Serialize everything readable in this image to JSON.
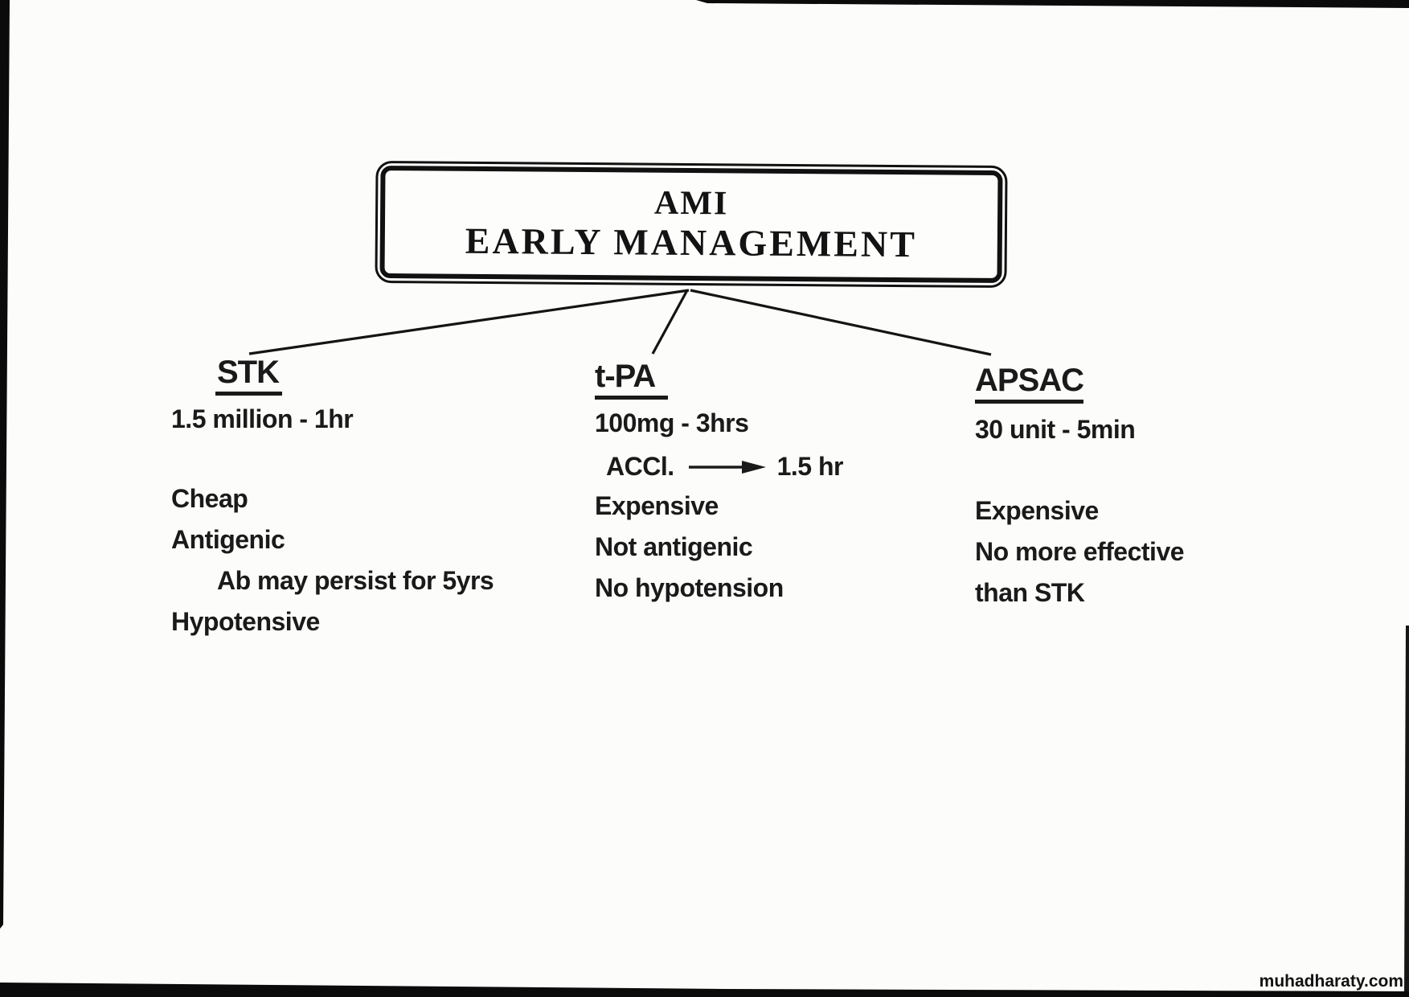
{
  "page": {
    "background": "#fcfcfa",
    "ink": "#161616",
    "watermark": "muhadharaty.com"
  },
  "title_box": {
    "line1": "AMI",
    "line2": "EARLY MANAGEMENT"
  },
  "columns": [
    {
      "heading": "STK",
      "dose": "1.5 million - 1hr",
      "notes": [
        "Cheap",
        "Antigenic",
        "Ab may persist for 5yrs",
        "Hypotensive"
      ]
    },
    {
      "heading": "t-PA",
      "dose": "100mg - 3hrs",
      "accelerated": {
        "label": "ACCl.",
        "value": "1.5 hr"
      },
      "notes": [
        "Expensive",
        "Not antigenic",
        "No hypotension"
      ]
    },
    {
      "heading": "APSAC",
      "dose": "30 unit - 5min",
      "notes": [
        "Expensive",
        "No more effective",
        "than STK"
      ]
    }
  ]
}
